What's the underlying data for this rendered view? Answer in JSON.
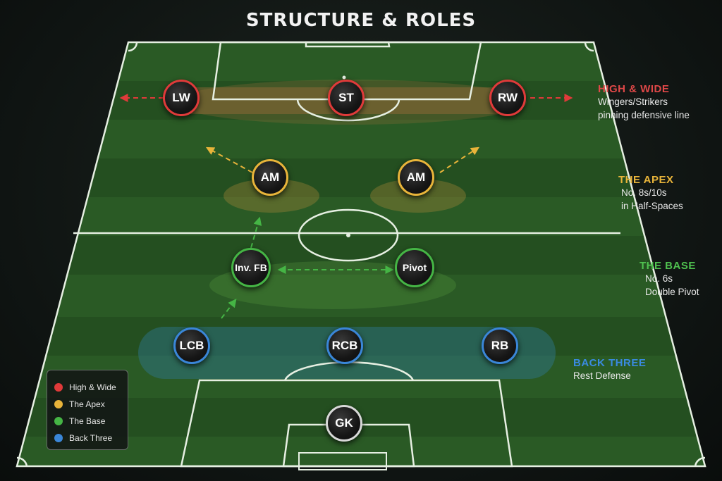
{
  "title": "STRUCTURE & ROLES",
  "colors": {
    "high_wide": "#e03a3a",
    "apex": "#e8b43a",
    "base": "#45b545",
    "back_three": "#3a86d8",
    "pitch_dark": "#1f4d1d",
    "pitch_light": "#2a5e24"
  },
  "players": [
    {
      "id": "lw",
      "label": "LW",
      "group": "high_wide"
    },
    {
      "id": "st",
      "label": "ST",
      "group": "high_wide"
    },
    {
      "id": "rw",
      "label": "RW",
      "group": "high_wide"
    },
    {
      "id": "am-left",
      "label": "AM",
      "group": "apex"
    },
    {
      "id": "am-right",
      "label": "AM",
      "group": "apex"
    },
    {
      "id": "inv-fb",
      "label": "Inv. FB",
      "group": "base"
    },
    {
      "id": "pivot",
      "label": "Pivot",
      "group": "base"
    },
    {
      "id": "lcb",
      "label": "LCB",
      "group": "back_three"
    },
    {
      "id": "rcb",
      "label": "RCB",
      "group": "back_three"
    },
    {
      "id": "rb",
      "label": "RB",
      "group": "back_three"
    },
    {
      "id": "gk",
      "label": "GK",
      "group": "gk"
    }
  ],
  "zones": {
    "high_wide": {
      "heading": "HIGH & WIDE",
      "line1": "Wingers/Strikers",
      "line2": "pinning defensive line"
    },
    "apex": {
      "heading": "THE APEX",
      "line1": "No. 8s/10s",
      "line2": "in Half-Spaces"
    },
    "base": {
      "heading": "THE BASE",
      "line1": "No. 6s",
      "line2": "Double Pivot"
    },
    "back_three": {
      "heading": "BACK THREE",
      "line1": "Rest Defense"
    }
  },
  "legend": [
    {
      "label": "High & Wide",
      "color": "#e03a3a"
    },
    {
      "label": "The Apex",
      "color": "#e8b43a"
    },
    {
      "label": "The Base",
      "color": "#45b545"
    },
    {
      "label": "Back Three",
      "color": "#3a86d8"
    }
  ]
}
